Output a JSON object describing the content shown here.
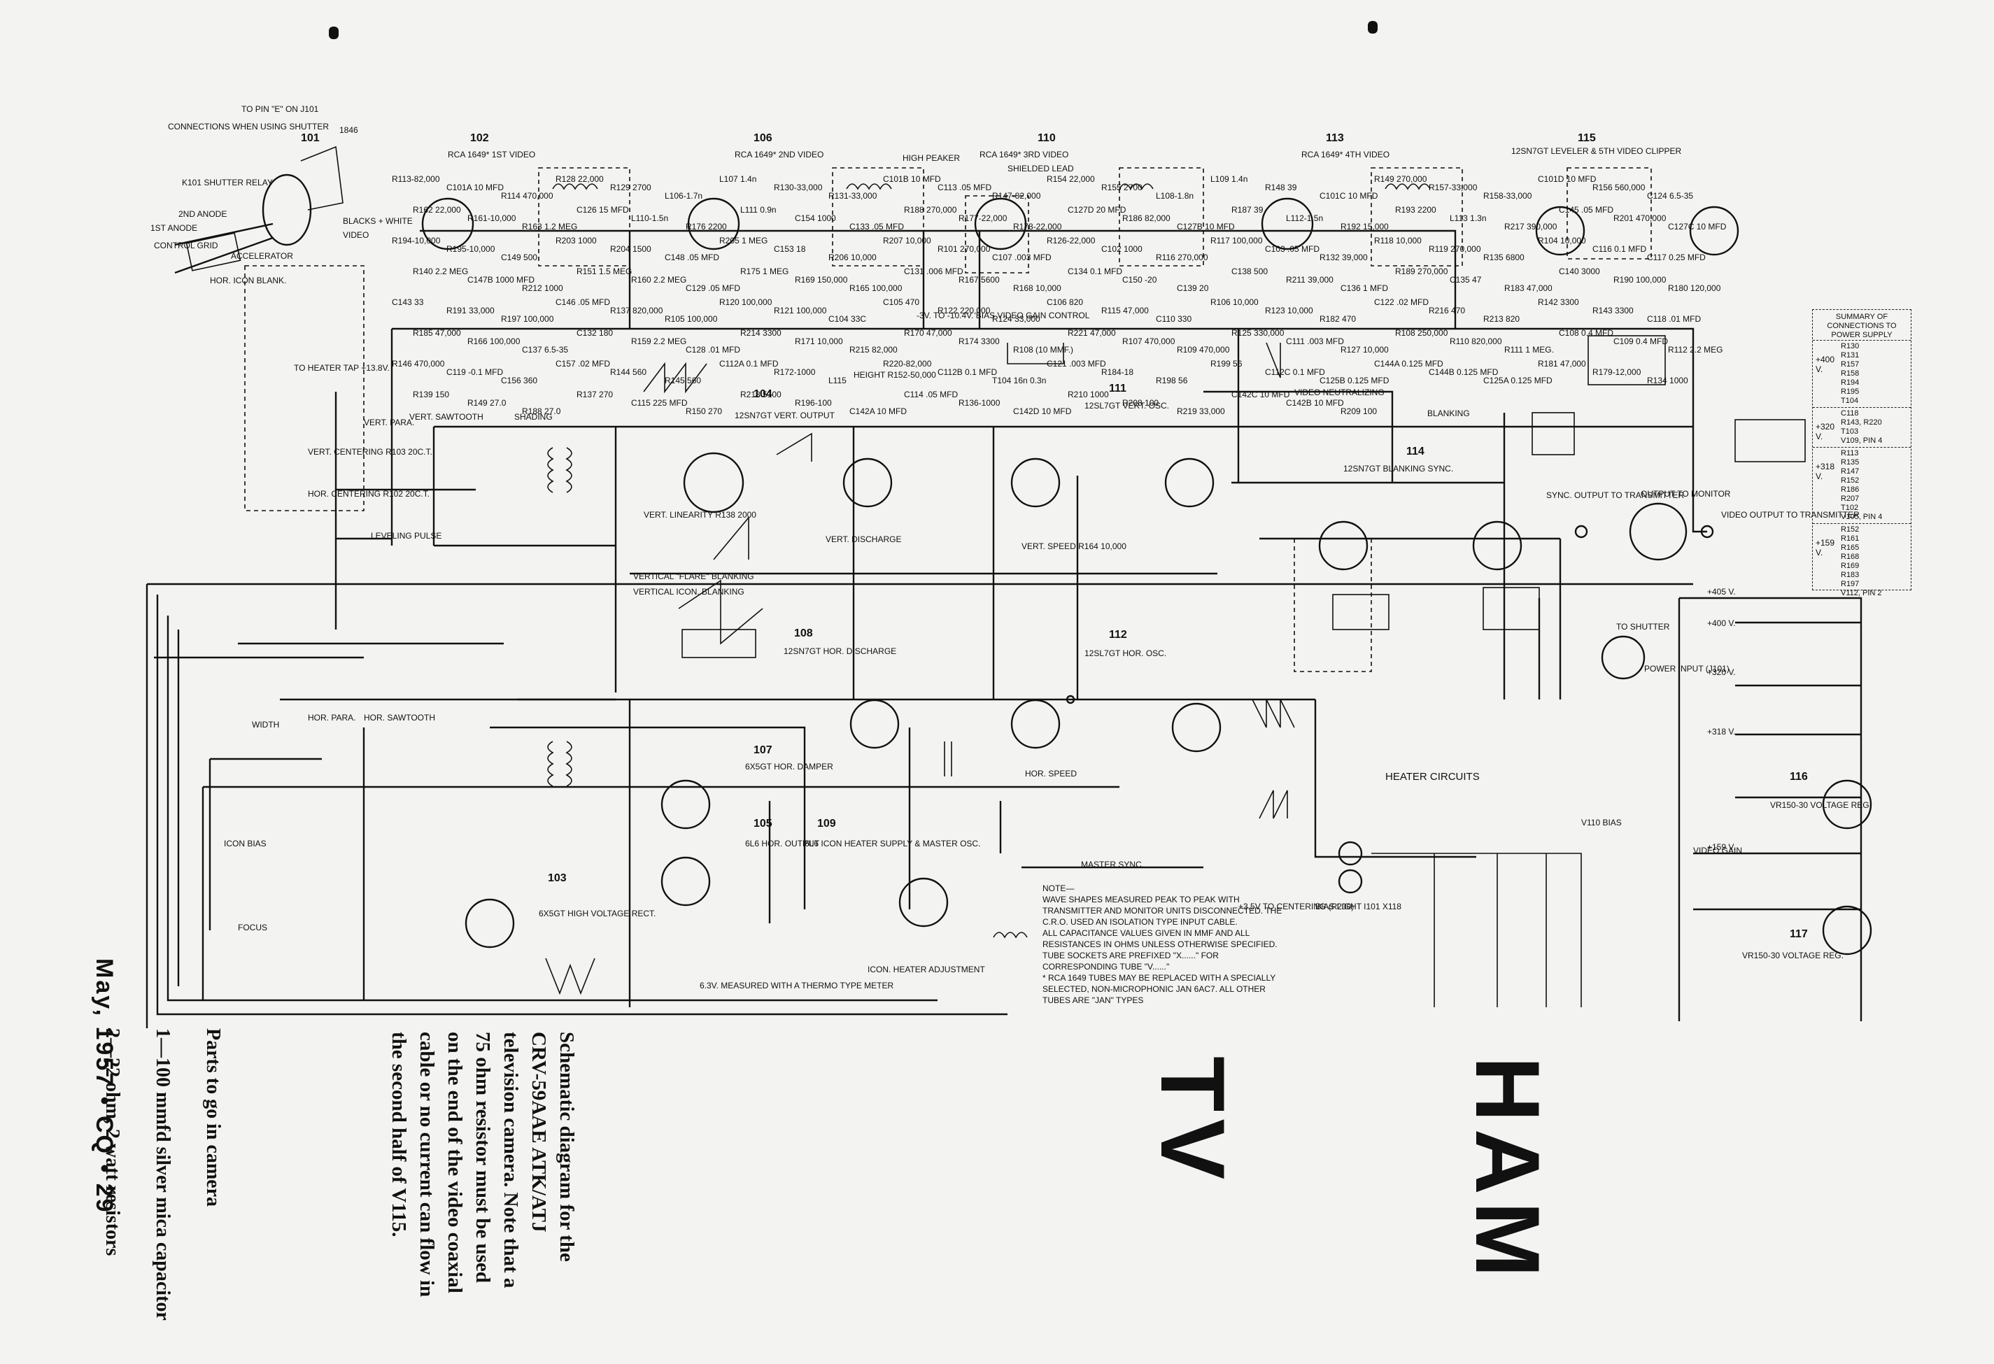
{
  "page": {
    "footer": "May, 1957 • CQ • 29",
    "title_line1": "HAM",
    "title_line2": "TV",
    "caption": "Schematic diagram for the CRV-59AAE ATK/ATJ television camera. Note that a 75 ohm resistor must be used on the end of the video coaxial cable or no current can flow in the second half of V115.",
    "parts_heading": "Parts to go in camera",
    "parts_items": [
      "1—100 mmfd silver mica capacitor",
      "2—22 ohm, 2 watt resistors"
    ]
  },
  "tubes": [
    {
      "num": "101",
      "label": "1846"
    },
    {
      "num": "102",
      "label": "RCA 1649* 1ST VIDEO"
    },
    {
      "num": "106",
      "label": "RCA 1649* 2ND VIDEO"
    },
    {
      "num": "110",
      "label": "RCA 1649* 3RD VIDEO"
    },
    {
      "num": "113",
      "label": "RCA 1649* 4TH VIDEO"
    },
    {
      "num": "115",
      "label": "12SN7GT LEVELER & 5TH VIDEO CLIPPER"
    },
    {
      "num": "104",
      "label": "12SN7GT VERT. OUTPUT"
    },
    {
      "num": "111",
      "label": "12SL7GT VERT. OSC."
    },
    {
      "num": "114",
      "label": "12SN7GT BLANKING SYNC."
    },
    {
      "num": "108",
      "label": "12SN7GT HOR. DISCHARGE"
    },
    {
      "num": "112",
      "label": "12SL7GT HOR. OSC."
    },
    {
      "num": "107",
      "label": "6X5GT HOR. DAMPER"
    },
    {
      "num": "105",
      "label": "6L6 HOR. OUTPUT"
    },
    {
      "num": "109",
      "label": "6L6 ICON HEATER SUPPLY & MASTER OSC."
    },
    {
      "num": "103",
      "label": "6X5GT HIGH VOLTAGE RECT."
    },
    {
      "num": "116",
      "label": "VR150-30 VOLTAGE REG."
    },
    {
      "num": "117",
      "label": "VR150-30 VOLTAGE REG."
    }
  ],
  "labels": {
    "connections": "CONNECTIONS WHEN USING SHUTTER",
    "to_pin_e": "TO PIN \"E\" ON J101",
    "shutter_relay": "K101 SHUTTER RELAY",
    "second_anode": "2ND ANODE",
    "first_anode": "1ST ANODE",
    "control_grid": "CONTROL GRID",
    "accelerator": "ACCELERATOR",
    "blacks_white": "BLACKS + WHITE",
    "video": "VIDEO",
    "hor_icon_blank": "HOR. ICON BLANK.",
    "to_heater_tap": "TO HEATER TAP +13.8V.",
    "vert_centering": "VERT. CENTERING R103 20C.T.",
    "hor_centering": "HOR. CENTERING R102 20C.T.",
    "vert_para": "VERT. PARA.",
    "vert_sawtooth": "VERT. SAWTOOTH",
    "shading": "SHADING",
    "leveling_pulse": "LEVELING PULSE",
    "vertical_flare": "VERTICAL \"FLARE\" BLANKING",
    "vertical_icon": "VERTICAL ICON. BLANKING",
    "video_neutralizing": "VIDEO NEUTRALIZING",
    "blanking": "BLANKING",
    "sync_out": "SYNC. OUTPUT TO TRANSMITTER",
    "output_monitor": "OUTPUT TO MONITOR",
    "video_output": "VIDEO OUTPUT TO TRANSMITTER",
    "height": "HEIGHT R152-50,000",
    "vert_linearity": "VERT. LINEARITY R138 2000",
    "vert_discharge": "VERT. DISCHARGE",
    "vert_speed": "VERT. SPEED R164 10,000",
    "hor_speed": "HOR. SPEED",
    "width": "WIDTH",
    "hor_para": "HOR. PARA.",
    "hor_saw": "HOR. SAWTOOTH",
    "icon_bias": "ICON BIAS",
    "focus": "FOCUS",
    "icon_heater_adj": "ICON. HEATER ADJUSTMENT",
    "master_sync": "MASTER SYNC.",
    "heater_circuits": "HEATER CIRCUITS",
    "bias_light": "BIAS LIGHT I101 X118",
    "to_centering": "+3.5V TO CENTERING (R200)",
    "thermo_meter": "6.3V. MEASURED WITH A THERMO TYPE METER",
    "shielded_lead": "SHIELDED LEAD",
    "high_peaker": "HIGH PEAKER",
    "video_gain_control": "-3V. TO -10.4V. BIAS VIDEO GAIN CONTROL",
    "power_input": "POWER INPUT (J101)",
    "to_shutter": "TO SHUTTER",
    "video_gain": "VIDEO GAIN",
    "v110_bias": "V110 BIAS",
    "v405": "+405 V.",
    "v400": "+400 V.",
    "v320": "+320 V.",
    "v318": "+318 V.",
    "v159": "+159 V."
  },
  "components": [
    "R113-82,000",
    "C101A 10 MFD",
    "R114 470,000",
    "R128 22,000",
    "R129 2700",
    "L106-1.7n",
    "L107 1.4n",
    "R130-33,000",
    "R131-33,000",
    "C101B 10 MFD",
    "C113 .05 MFD",
    "R147-82,000",
    "R154 22,000",
    "R155 2700",
    "L108-1.8n",
    "L109 1.4n",
    "R148 39",
    "C101C 10 MFD",
    "R149 270,000",
    "R157-33,000",
    "R158-33,000",
    "C101D 10 MFD",
    "R156 560,000",
    "C124 6.5-35",
    "R162 22,000",
    "R161-10,000",
    "R163 1.2 MEG",
    "C126 15 MFD",
    "L110-1.5n",
    "R176 2200",
    "L111 0.9n",
    "C154 1000",
    "C133 .05 MFD",
    "R188 270,000",
    "R177-22,000",
    "R178-22,000",
    "C127D 20 MFD",
    "R186 82,000",
    "C127B 10 MFD",
    "R187 39",
    "L112-1.5n",
    "R192 15,000",
    "R193 2200",
    "L113 1.3n",
    "R217 390,000",
    "C145 .05 MFD",
    "R201 470,000",
    "C127C 10 MFD",
    "R194-10,000",
    "R195-10,000",
    "C149 500",
    "R203 1000",
    "R204 1500",
    "C148 .05 MFD",
    "R205 1 MEG",
    "C153 18",
    "R206 10,000",
    "R207 10,000",
    "R101 270,000",
    "C107 .003 MFD",
    "R126-22,000",
    "C102 1000",
    "R116 270,000",
    "R117 100,000",
    "C103 .05 MFD",
    "R132 39,000",
    "R118 10,000",
    "R119 270,000",
    "R135 6800",
    "R104 10,000",
    "C116 0.1 MFD",
    "C117 0.25 MFD",
    "R140 2.2 MEG",
    "C147B 1000 MFD",
    "R212 1000",
    "R151 1.5 MEG",
    "R160 2.2 MEG",
    "C129 .05 MFD",
    "R175 1 MEG",
    "R169 150,000",
    "R165 100,000",
    "C131 .006 MFD",
    "R167 5600",
    "R168 10,000",
    "C134 0.1 MFD",
    "C150 -20",
    "C139 20",
    "C138 500",
    "R211 39,000",
    "C136 1 MFD",
    "R189 270,000",
    "C135 47",
    "R183 47,000",
    "C140 3000",
    "R190 100,000",
    "R180 120,000",
    "C143 33",
    "R191 33,000",
    "R197 100,000",
    "C146 .05 MFD",
    "R137 820,000",
    "R105 100,000",
    "R120 100,000",
    "R121 100,000",
    "C104 33C",
    "C105 470",
    "R122 220,000",
    "R124 33,000",
    "C106 820",
    "R115 47,000",
    "C110 330",
    "R106 10,000",
    "R123 10,000",
    "R182 470",
    "C122 .02 MFD",
    "R216 470",
    "R213 820",
    "R142 3300",
    "R143 3300",
    "C118 .01 MFD",
    "R185 47,000",
    "R166 100,000",
    "C137 6.5-35",
    "C132 180",
    "R159 2.2 MEG",
    "C128 .01 MFD",
    "R214 3300",
    "R171 10,000",
    "R215 82,000",
    "R170 47,000",
    "R174 3300",
    "R108 (10 MMF.)",
    "R221 47,000",
    "R107 470,000",
    "R109 470,000",
    "R125 330,000",
    "C111 .003 MFD",
    "R127 10,000",
    "R108 250,000",
    "R110 820,000",
    "R111 1 MEG.",
    "C108 0.4 MFD",
    "C109 0.4 MFD",
    "R112 2.2 MEG",
    "R146 470,000",
    "C119 -0.1 MFD",
    "C156 360",
    "C157 .02 MFD",
    "R144 560",
    "R145 560",
    "C112A 0.1 MFD",
    "R172-1000",
    "L115",
    "R220-82,000",
    "C112B 0.1 MFD",
    "T104 16n 0.3n",
    "C121 .003 MFD",
    "R184-18",
    "R198 56",
    "R199 56",
    "C112C 0.1 MFD",
    "C125B 0.125 MFD",
    "C144A 0.125 MFD",
    "C144B 0.125 MFD",
    "C125A 0.125 MFD",
    "R181 47,000",
    "R179-12,000",
    "R134 1000",
    "R139 150",
    "R149 27.0",
    "R188 27.0",
    "R137 270",
    "C115 225 MFD",
    "R150 270",
    "R218 5100",
    "R196-100",
    "C142A 10 MFD",
    "C114 .05 MFD",
    "R136-1000",
    "C142D 10 MFD",
    "R210 1000",
    "R208 100",
    "R219 33,000",
    "C142C 10 MFD",
    "C142B 10 MFD",
    "R209 100"
  ],
  "notes": [
    "NOTE—",
    "WAVE SHAPES MEASURED PEAK TO PEAK WITH TRANSMITTER AND MONITOR UNITS DISCONNECTED. THE C.R.O. USED AN ISOLATION TYPE INPUT CABLE.",
    "ALL CAPACITANCE VALUES GIVEN IN MMF AND ALL RESISTANCES IN OHMS UNLESS OTHERWISE SPECIFIED.",
    "TUBE SOCKETS ARE PREFIXED \"X......\" FOR CORRESPONDING TUBE \"V......\"",
    "* RCA 1649 TUBES MAY BE REPLACED WITH A SPECIALLY SELECTED, NON-MICROPHONIC JAN 6AC7. ALL OTHER TUBES ARE \"JAN\" TYPES"
  ],
  "summary": {
    "heading": "SUMMARY OF CONNECTIONS TO POWER SUPPLY",
    "rows": [
      {
        "volt": "+400 V.",
        "items": [
          "R130",
          "R131",
          "R157",
          "R158",
          "R194",
          "R195",
          "T104"
        ]
      },
      {
        "volt": "+320 V.",
        "items": [
          "C118",
          "R143, R220",
          "T103",
          "V109, PIN 4"
        ]
      },
      {
        "volt": "+318 V.",
        "items": [
          "R113",
          "R135",
          "R147",
          "R152",
          "R186",
          "R207",
          "T102",
          "V105, PIN 4"
        ]
      },
      {
        "volt": "+159 V.",
        "items": [
          "R152",
          "R161",
          "R165",
          "R168",
          "R169",
          "R183",
          "R197",
          "V112, PIN 2"
        ]
      }
    ]
  }
}
